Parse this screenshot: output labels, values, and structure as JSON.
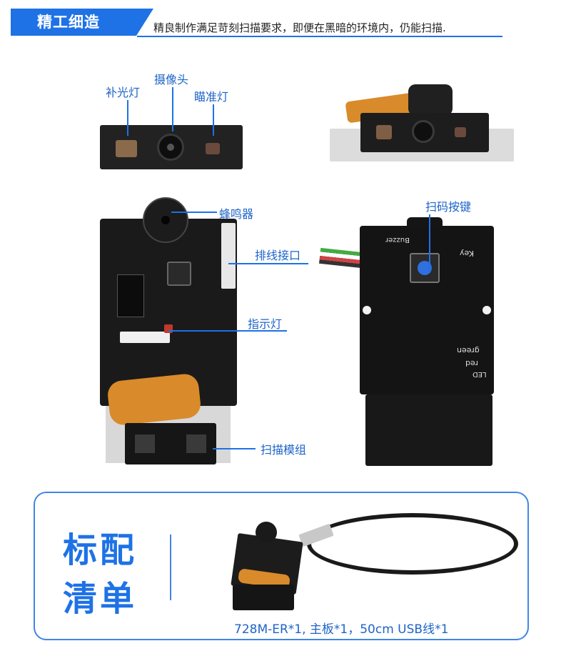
{
  "header": {
    "tag": "精工细造",
    "subtitle": "精良制作满足苛刻扫描要求，即便在黑暗的环境内，仍能扫描."
  },
  "front_view": {
    "fill_light_label": "补光灯",
    "camera_label": "摄像头",
    "aim_light_label": "瞄准灯"
  },
  "board_front": {
    "buzzer_label": "蜂鸣器",
    "cable_port_label": "排线接口",
    "indicator_label": "指示灯",
    "scan_module_label": "扫描模组"
  },
  "board_back": {
    "scan_key_label": "扫码按键",
    "silk_key": "Key",
    "silk_buzzer": "Buzzer",
    "silk_green": "green",
    "silk_red": "red",
    "silk_led": "LED"
  },
  "package": {
    "title_line1": "标配",
    "title_line2": "清单",
    "caption": "728M-ER*1, 主板*1，50cm USB线*1"
  },
  "colors": {
    "accent": "#1e72e6",
    "label_text": "#1e64c8"
  }
}
